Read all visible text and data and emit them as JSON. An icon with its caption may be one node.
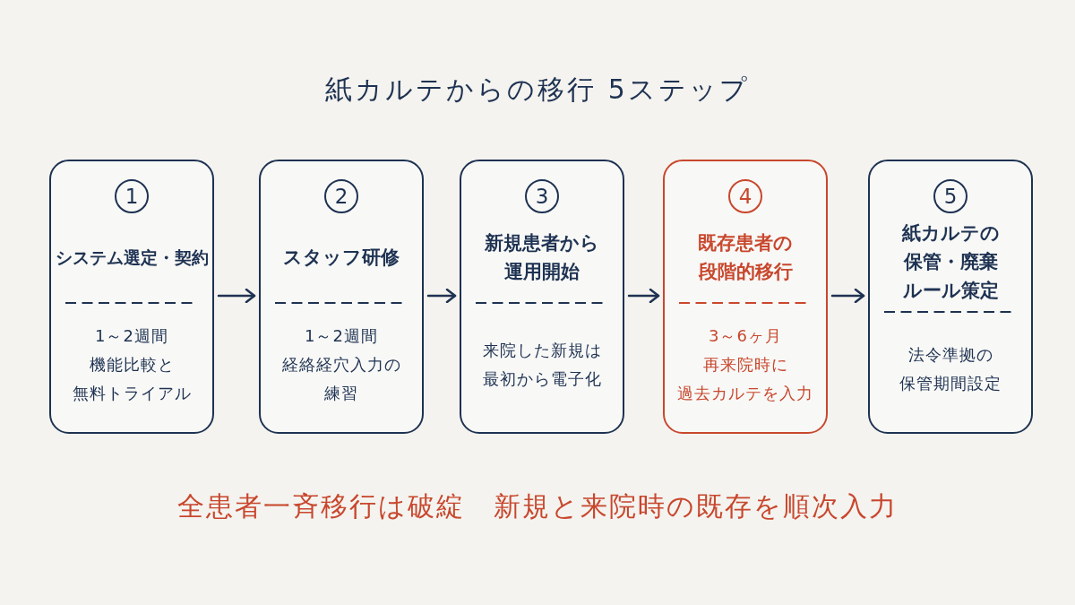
{
  "diagram": {
    "title": "紙カルテからの移行 5ステップ",
    "caption": "全患者一斉移行は破綻　新規と来院時の既存を順次入力",
    "nodes": [
      {
        "text": [
          "1",
          "システム選定・契約",
          "1～2週間",
          "機能比較と無料トライアル"
        ]
      },
      {
        "text": [
          "2",
          "スタッフ研修",
          "1～2週間",
          "経絡経穴入力の練習"
        ]
      },
      {
        "text": [
          "3",
          "新規患者から運用開始",
          "来院した新規は最初から電子化"
        ]
      },
      {
        "text": [
          "4",
          "既存患者の段階的移行",
          "3～6ヶ月",
          "再来院時に過去カルテを入力"
        ]
      },
      {
        "text": [
          "5",
          "紙カルテの保管・廃棄ルール策定",
          "法令準拠の保管期間設定"
        ]
      }
    ],
    "edges": [
      {
        "from": 0,
        "to": 1,
        "arrow": "to"
      },
      {
        "from": 1,
        "to": 2,
        "arrow": "to"
      },
      {
        "from": 2,
        "to": 3,
        "arrow": "to"
      },
      {
        "from": 3,
        "to": 4,
        "arrow": "to"
      }
    ]
  }
}
